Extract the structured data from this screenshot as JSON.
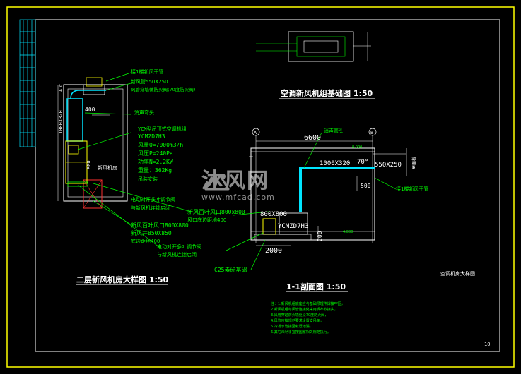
{
  "colors": {
    "frame": "#ffff00",
    "line": "#ffffff",
    "annotation": "#00ff00",
    "duct": "#00e5ff",
    "unit": "#ffff00",
    "title_block": "#00e5ff"
  },
  "plan_view": {
    "title": "二层新风机房大样图 1:50",
    "label_supply_pipe": "接1楼新风干管",
    "label_duct_size": "新风管550X250",
    "label_fire_damper": "风管穿墙做防火阀(70度防火阀)",
    "label_tee": "消声弯头",
    "label_unit_name": "YCM型吊顶式空调机组",
    "label_unit_model": "YCMZD7H3",
    "label_airflow": "风量Q=7000m3/h",
    "label_pressure": "风压P=240Pa",
    "label_power": "功率N=2.2KW",
    "label_weight": "重量：362Kg",
    "label_mount": "吊装安装",
    "label_fresh_inlet": "新风百叶风口800X800",
    "label_shaft": "新风井850X850",
    "label_height": "底边距地400",
    "label_room": "新风机房",
    "label_silencer": "电动对开多叶调节阀",
    "label_silencer2": "与新风机连锁启闭",
    "dim_400": "400",
    "dim_1000x320": "1000X320",
    "dim_800": "800",
    "label_atc": "ATC"
  },
  "base_view": {
    "title": "空调新风机组基础图 1:50"
  },
  "section_view": {
    "title": "1-1剖面图 1:50",
    "dim_6600": "6600",
    "dim_2000": "2000",
    "axis_a": "A",
    "axis_b": "B",
    "label_tee": "消声弯头",
    "label_duct": "1000X320",
    "label_angle": "70°",
    "label_550x250": "550X250",
    "label_supply": "接1楼新风干管",
    "label_fresh_inlet": "新风百叶风口800x800",
    "label_height": "风口底边距地400",
    "label_800x800": "800X800",
    "label_unit": "YCMZD7H3",
    "label_damper": "电动对开多叶调节阀",
    "label_damper2": "与新风机连锁启闭",
    "label_base": "C25素砼基础",
    "dim_500": "500",
    "dim_200": "200",
    "level_top": "8.000",
    "level_bottom": "4.000",
    "label_roof": "屋面板"
  },
  "notes": {
    "lines": [
      "注：1.新风机组底座应与基础预埋件焊接牢固，",
      "2.新风机组与风管连接处采用帆布软接头，",
      "3.风管穿越防火墙处设70度防火阀，",
      "4.风管应按规范要求设置支吊架，",
      "5.冷凝水管接至就近地漏，",
      "6.其它未尽事宜按国家相关规范执行。"
    ]
  },
  "title_block": {
    "drawing_name": "空调机房大样图",
    "sheet_number": "10"
  },
  "watermark": {
    "brand": "沐风网",
    "url": "www.mfcad.com"
  }
}
